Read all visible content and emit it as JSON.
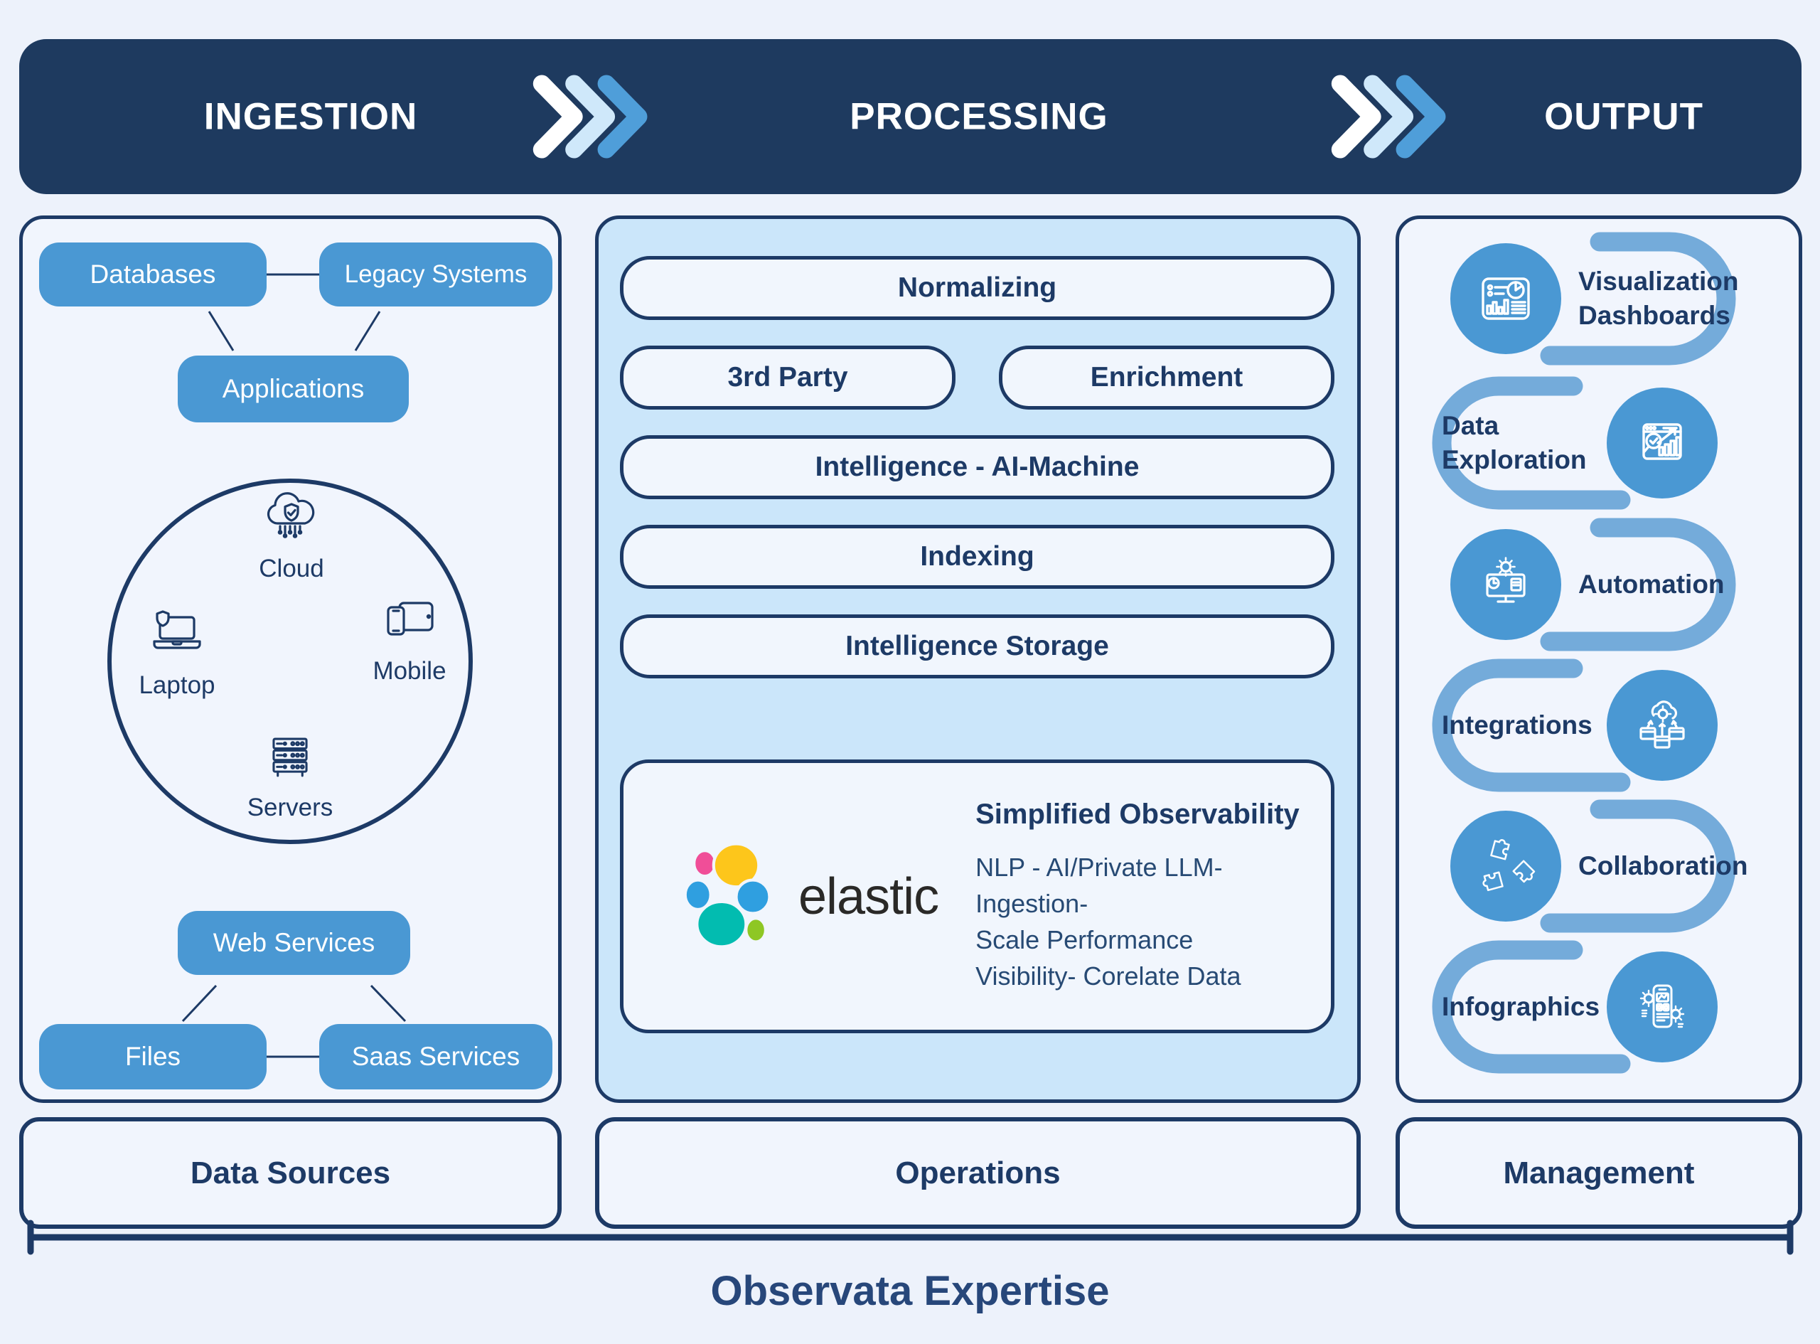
{
  "header": {
    "stages": [
      "INGESTION",
      "PROCESSING",
      "OUTPUT"
    ]
  },
  "ingestion": {
    "nodes": {
      "databases": "Databases",
      "legacy": "Legacy Systems",
      "applications": "Applications",
      "web_services": "Web Services",
      "files": "Files",
      "saas": "Saas Services"
    },
    "devices": [
      {
        "label": "Cloud",
        "icon": "cloud-shield-icon"
      },
      {
        "label": "Laptop",
        "icon": "laptop-icon"
      },
      {
        "label": "Mobile",
        "icon": "mobile-devices-icon"
      },
      {
        "label": "Servers",
        "icon": "server-rack-icon"
      }
    ],
    "footer": "Data Sources"
  },
  "processing": {
    "steps": [
      "Normalizing",
      "3rd Party",
      "Enrichment",
      "Intelligence - AI-Machine",
      "Indexing",
      "Intelligence Storage"
    ],
    "elastic": {
      "wordmark": "elastic",
      "title": "Simplified Observability",
      "body_lines": [
        "NLP - AI/Private LLM- Ingestion-",
        "Scale Performance",
        "Visibility- Corelate Data"
      ]
    },
    "footer": "Operations"
  },
  "output": {
    "items": [
      {
        "label": "Visualization Dashboards",
        "icon": "dashboard-icon"
      },
      {
        "label": "Data Exploration",
        "icon": "data-exploration-icon"
      },
      {
        "label": "Automation",
        "icon": "automation-icon"
      },
      {
        "label": "Integrations",
        "icon": "integrations-icon"
      },
      {
        "label": "Collaboration",
        "icon": "collaboration-icon"
      },
      {
        "label": "Infographics",
        "icon": "infographics-icon"
      }
    ],
    "footer": "Management"
  },
  "caption": "Observata Expertise",
  "colors": {
    "navy": "#1d3a66",
    "header_bg": "#1e3a5f",
    "page_bg": "#edf2fb",
    "panel_bg": "#f1f5fd",
    "mid_panel_bg": "#cbe6fa",
    "pill_blue": "#4a98d3",
    "connector_blue": "#74abda",
    "chevron_light": "#cfe8fa",
    "chevron_mid": "#4f9ed9",
    "elastic_pink": "#f04e98",
    "elastic_yellow": "#fdc61b",
    "elastic_blue": "#2f9fe0",
    "elastic_teal": "#02bcb0",
    "elastic_green": "#8ec724"
  }
}
